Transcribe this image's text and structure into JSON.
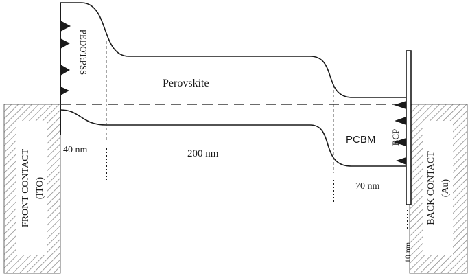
{
  "labels": {
    "front_contact": "FRONT CONTACT",
    "front_contact_material": "(ITO)",
    "back_contact": "BACK CONTACT",
    "back_contact_material": "(Au)",
    "htl": "PEDOT:PSS",
    "absorber": "Perovskite",
    "etl": "PCBM",
    "buffer": "BCP"
  },
  "dimensions": {
    "htl_thickness": "40 nm",
    "absorber_thickness": "200 nm",
    "etl_thickness": "70 nm",
    "buffer_thickness": "10 nm"
  },
  "colors": {
    "line": "#1a1a1a",
    "hatch": "#7a7a7a",
    "background": "#ffffff"
  }
}
